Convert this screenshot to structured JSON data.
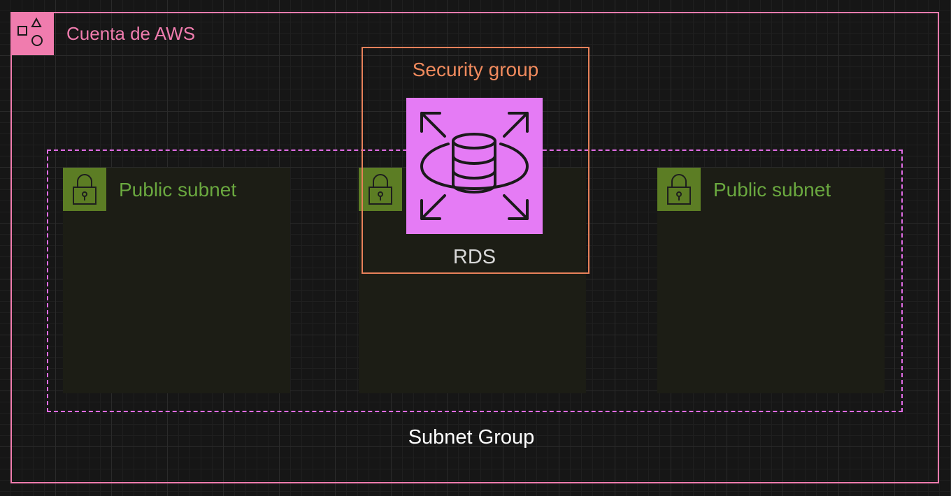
{
  "account": {
    "title": "Cuenta de AWS",
    "icon": "aws-account-icon",
    "color": "#f07cae"
  },
  "subnet_group": {
    "label": "Subnet Group",
    "border_color": "#e26ce6",
    "border_style": "dashed"
  },
  "subnets": [
    {
      "title": "Public subnet",
      "icon": "lock-icon"
    },
    {
      "title": "",
      "icon": "lock-icon"
    },
    {
      "title": "Public subnet",
      "icon": "lock-icon"
    }
  ],
  "security_group": {
    "label": "Security group",
    "color": "#e8815a"
  },
  "rds": {
    "label": "RDS",
    "icon": "rds-database-icon",
    "color": "#e57bf5"
  },
  "colors": {
    "background": "#161616",
    "subnet_fill": "#1c1d15",
    "subnet_badge": "#5c7d24",
    "subnet_text": "#6aa83f"
  }
}
